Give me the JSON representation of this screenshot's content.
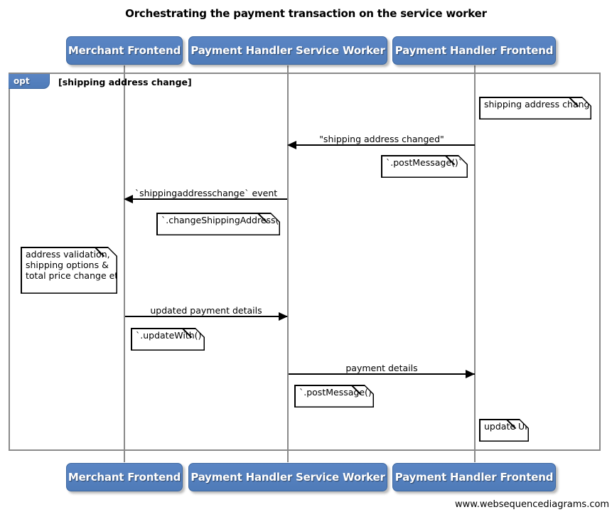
{
  "title": "Orchestrating the payment transaction on the service worker",
  "watermark": "www.websequencediagrams.com",
  "actors": [
    {
      "name": "merchant-frontend",
      "label": "Merchant Frontend"
    },
    {
      "name": "payment-handler-service-worker",
      "label": "Payment Handler Service Worker"
    },
    {
      "name": "payment-handler-frontend",
      "label": "Payment Handler Frontend"
    }
  ],
  "fragment": {
    "type": "opt",
    "tab_label": "opt",
    "condition": "[shipping address change]"
  },
  "messages": [
    {
      "name": "shipping-address-changed-message",
      "label": "\"shipping address changed\"",
      "from": "payment-handler-frontend",
      "to": "payment-handler-service-worker",
      "direction": "left"
    },
    {
      "name": "shippingaddresschange-event-message",
      "label": "`shippingaddresschange` event",
      "from": "payment-handler-service-worker",
      "to": "merchant-frontend",
      "direction": "left"
    },
    {
      "name": "updated-payment-details-message",
      "label": "updated payment details",
      "from": "merchant-frontend",
      "to": "payment-handler-service-worker",
      "direction": "right"
    },
    {
      "name": "payment-details-message",
      "label": "payment details",
      "from": "payment-handler-service-worker",
      "to": "payment-handler-frontend",
      "direction": "right"
    }
  ],
  "notes": [
    {
      "name": "note-shipping-address-changed",
      "text": "shipping address changed"
    },
    {
      "name": "note-post-message-1",
      "text": "`.postMessage()`"
    },
    {
      "name": "note-change-shipping-address",
      "text": "`.changeShippingAddress()`"
    },
    {
      "name": "note-address-validation",
      "text": "address validation,\nshipping options &\ntotal price change etc"
    },
    {
      "name": "note-update-with",
      "text": "`.updateWith()`"
    },
    {
      "name": "note-post-message-2",
      "text": "`.postMessage()`"
    },
    {
      "name": "note-update-ui",
      "text": "update UI"
    }
  ],
  "colors": {
    "actor_fill": "#5580c0",
    "actor_border": "#3d679f",
    "frame_border": "#8a8a8a",
    "line": "#000000",
    "note_fill": "#ffffff",
    "background": "#ffffff"
  }
}
